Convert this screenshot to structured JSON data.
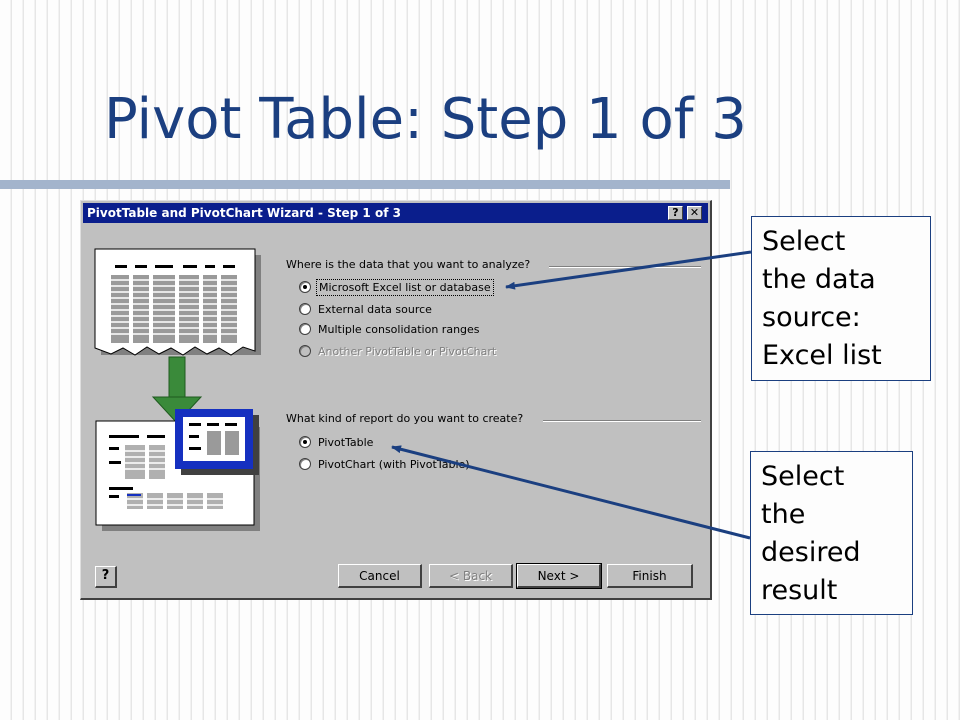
{
  "slide": {
    "title": "Pivot Table: Step 1 of 3"
  },
  "dialog": {
    "title": "PivotTable and PivotChart Wizard - Step 1 of 3",
    "help_glyph": "?",
    "close_glyph": "✕",
    "source_question": "Where is the data that you want to analyze?",
    "source_options": [
      "Microsoft Excel list or database",
      "External data source",
      "Multiple consolidation ranges",
      "Another PivotTable or PivotChart"
    ],
    "source_selected": 0,
    "report_question": "What kind of report do you want to create?",
    "report_options": [
      "PivotTable",
      "PivotChart (with PivotTable)"
    ],
    "report_selected": 0,
    "buttons": {
      "cancel": "Cancel",
      "back": "< Back",
      "next": "Next >",
      "finish": "Finish"
    },
    "help_button_glyph": "?"
  },
  "callouts": [
    {
      "lines": [
        "Select",
        "the data",
        "source:",
        "Excel list"
      ]
    },
    {
      "lines": [
        "Select",
        "the",
        "desired",
        "result"
      ]
    }
  ],
  "colors": {
    "title": "#1b3f80",
    "titlebar": "#0a1e8c",
    "dialog_face": "#c0c0c0",
    "arrow": "#1b3f80",
    "wizard_arrow": "#3a8a3a",
    "pivot_highlight": "#1530c0"
  },
  "icons": {
    "help": "help-question-icon",
    "close": "close-icon",
    "illustration": "pivot-wizard-illustration"
  }
}
